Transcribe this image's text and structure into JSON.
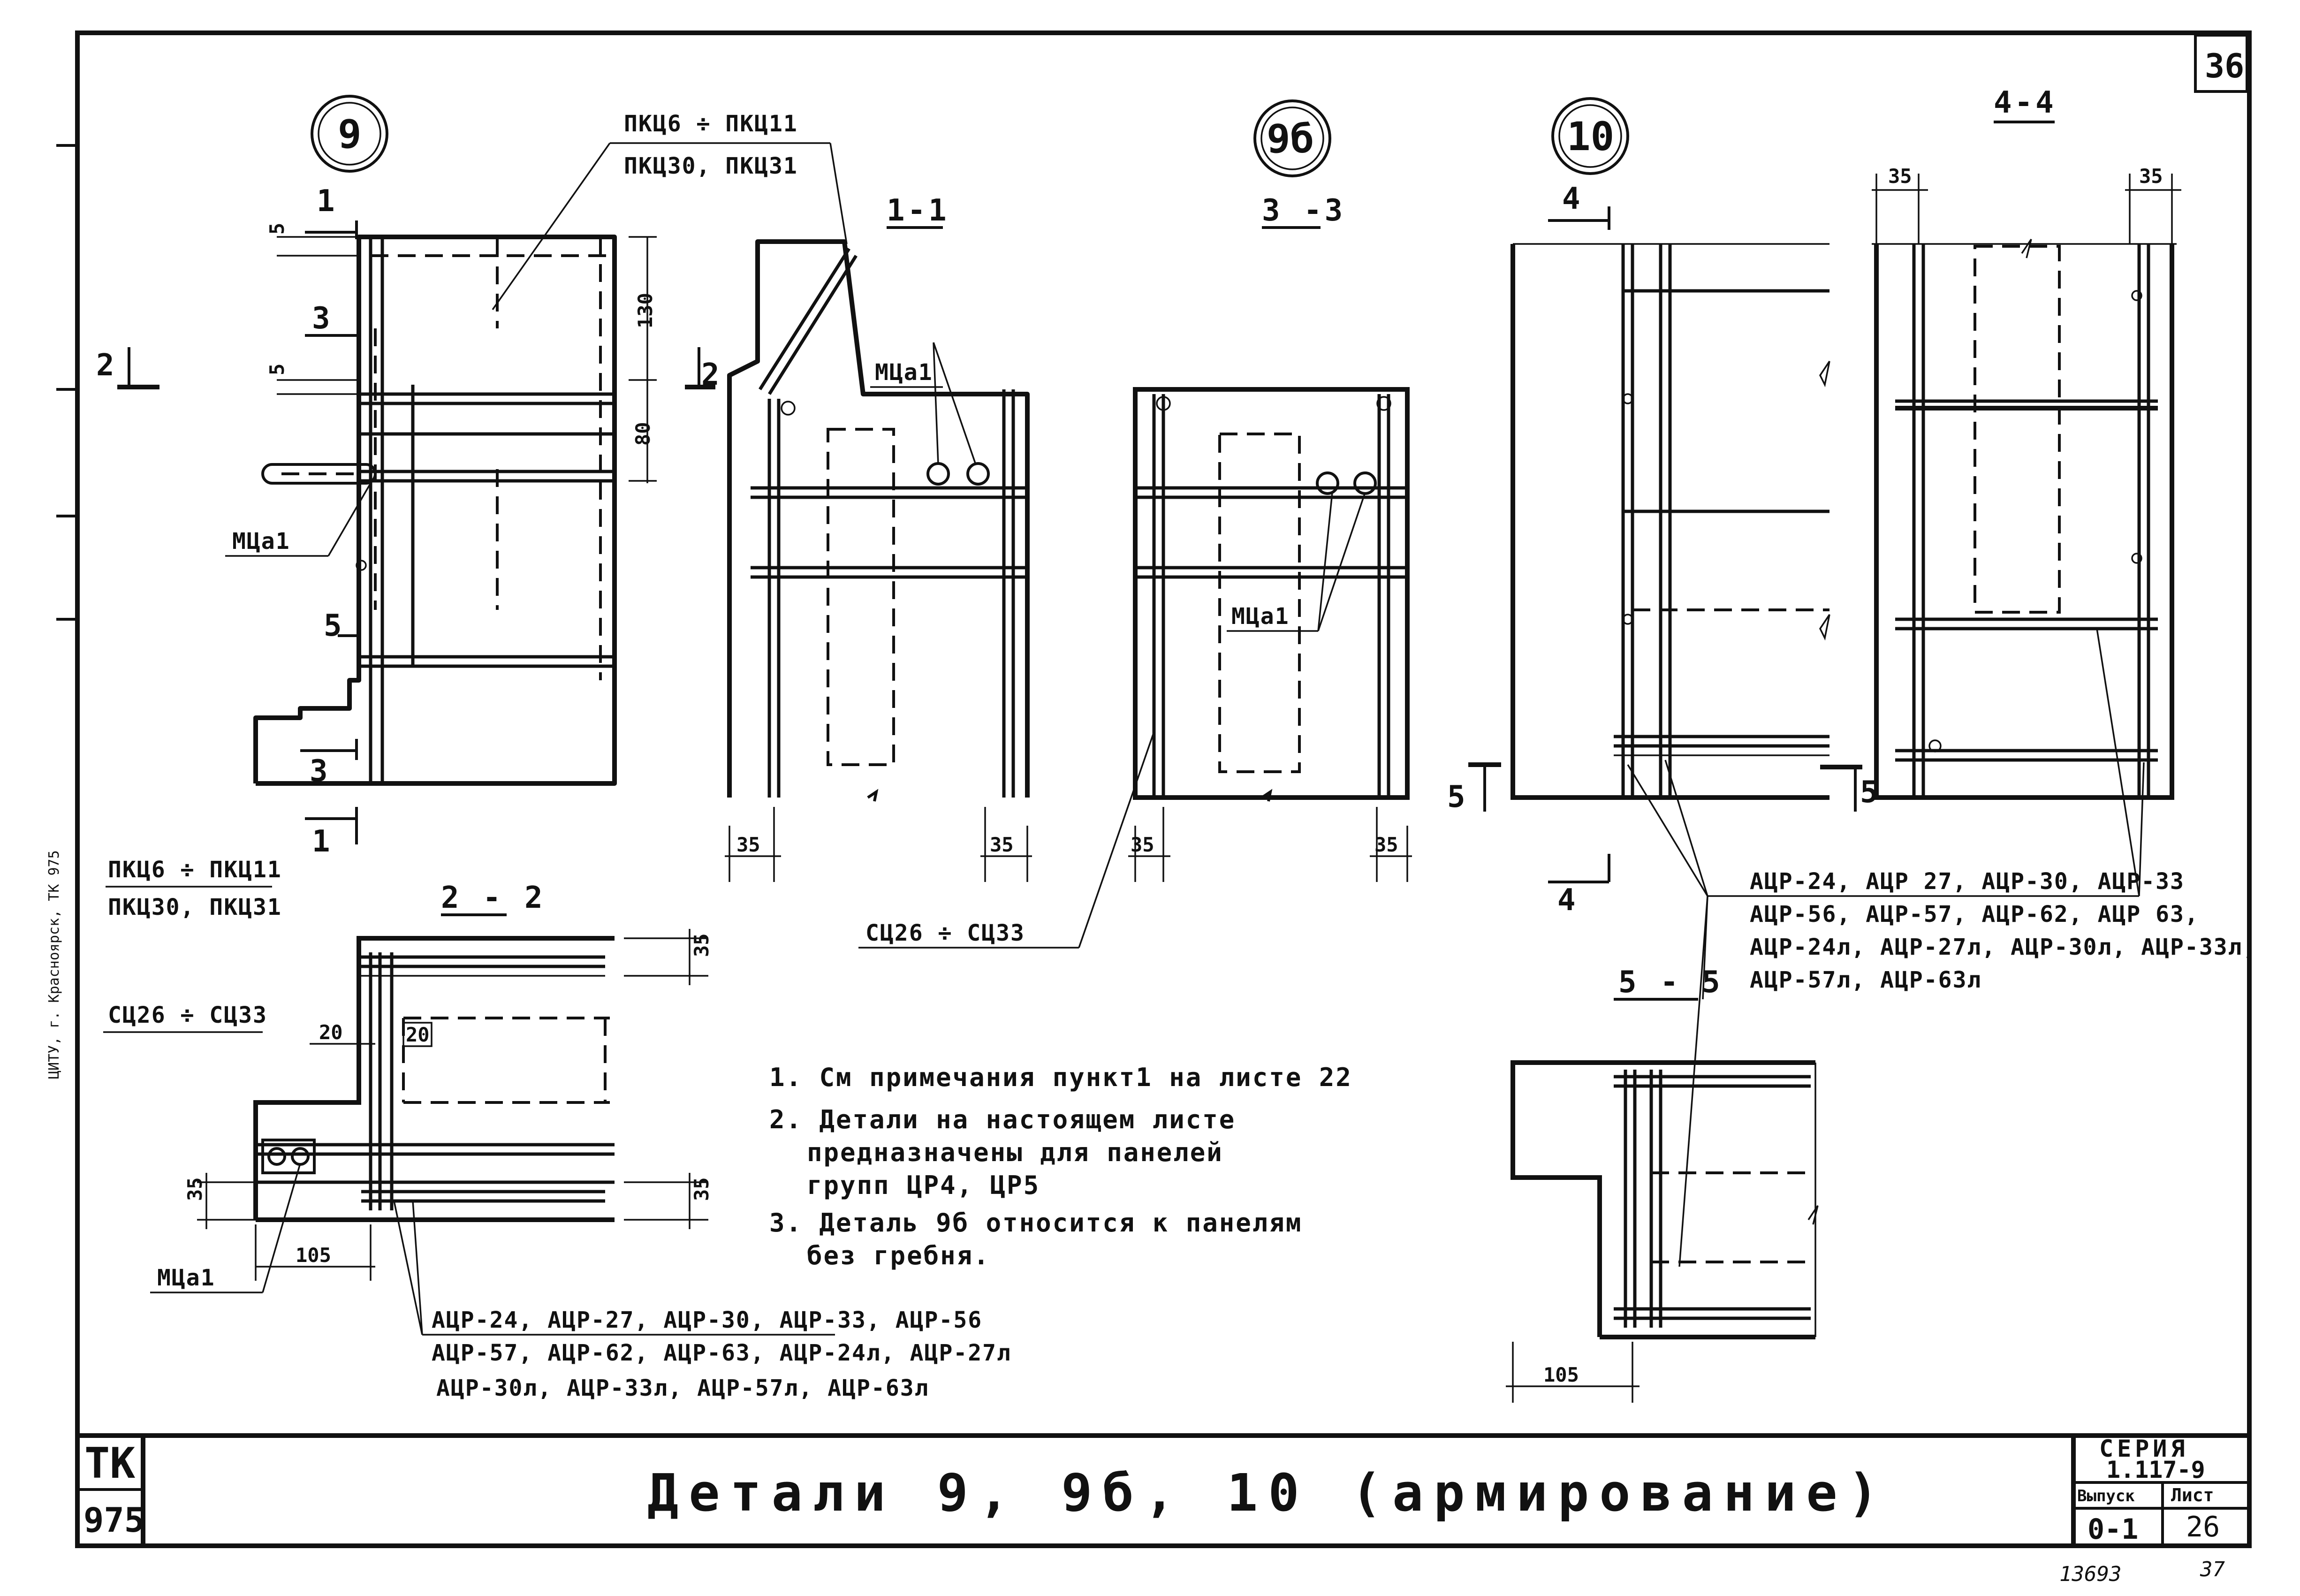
{
  "sheet": {
    "page_number_top": "36",
    "title": "Детали 9, 9б, 10 (армирование)",
    "tk_label": "ТК",
    "tk_number": "975",
    "series_label": "СЕРИЯ",
    "series_value": "1.117-9",
    "issue_label": "Выпуск",
    "issue_value": "0-1",
    "sheet_label": "Лист",
    "sheet_value": "26",
    "bottom_number_left": "13693",
    "bottom_number_right": "37",
    "side_note": "ЦИТУ, г. Красноярск, ТК 975"
  },
  "details": {
    "detail_9": "9",
    "detail_9b": "9б",
    "detail_10": "10"
  },
  "sections": {
    "s1_1": "1-1",
    "s2_2": "2 - 2",
    "s3_3": "3 -3",
    "s4_4": "4-4",
    "s5_5": "5 - 5",
    "cut_1": "1",
    "cut_2": "2",
    "cut_3": "3",
    "cut_4": "4",
    "cut_5": "5"
  },
  "labels": {
    "pkc_top_1": "ПКЦ6 ÷ ПКЦ11",
    "pkc_top_2": "ПКЦ30, ПКЦ31",
    "pkc_left_1": "ПКЦ6 ÷ ПКЦ11",
    "pkc_left_2": "ПКЦ30, ПКЦ31",
    "sc_left": "СЦ26 ÷ СЦ33",
    "sc_mid": "СЦ26 ÷ СЦ33",
    "mca1": "МЦа1",
    "acr_left_1": "АЦР-24, АЦР-27, АЦР-30, АЦР-33, АЦР-56",
    "acr_left_2": "АЦР-57, АЦР-62, АЦР-63, АЦР-24л, АЦР-27л",
    "acr_left_3": "АЦР-30л, АЦР-33л, АЦР-57л, АЦР-63л",
    "acr_right_1": "АЦР-24, АЦР 27, АЦР-30, АЦР-33",
    "acr_right_2": "АЦР-56, АЦР-57, АЦР-62, АЦР 63,",
    "acr_right_3": "АЦР-24л, АЦР-27л, АЦР-30л, АЦР-33л,",
    "acr_right_4": "АЦР-57л, АЦР-63л"
  },
  "dimensions": {
    "d5": "5",
    "d130": "130",
    "d80": "80",
    "d35": "35",
    "d20": "20",
    "d105": "105"
  },
  "notes": [
    "1. См примечания пункт1 на листе 22",
    "2. Детали на настоящем листе",
    "предназначены для панелей",
    "групп ЦР4, ЦР5",
    "3. Деталь 9б относится к панелям",
    "без гребня."
  ]
}
